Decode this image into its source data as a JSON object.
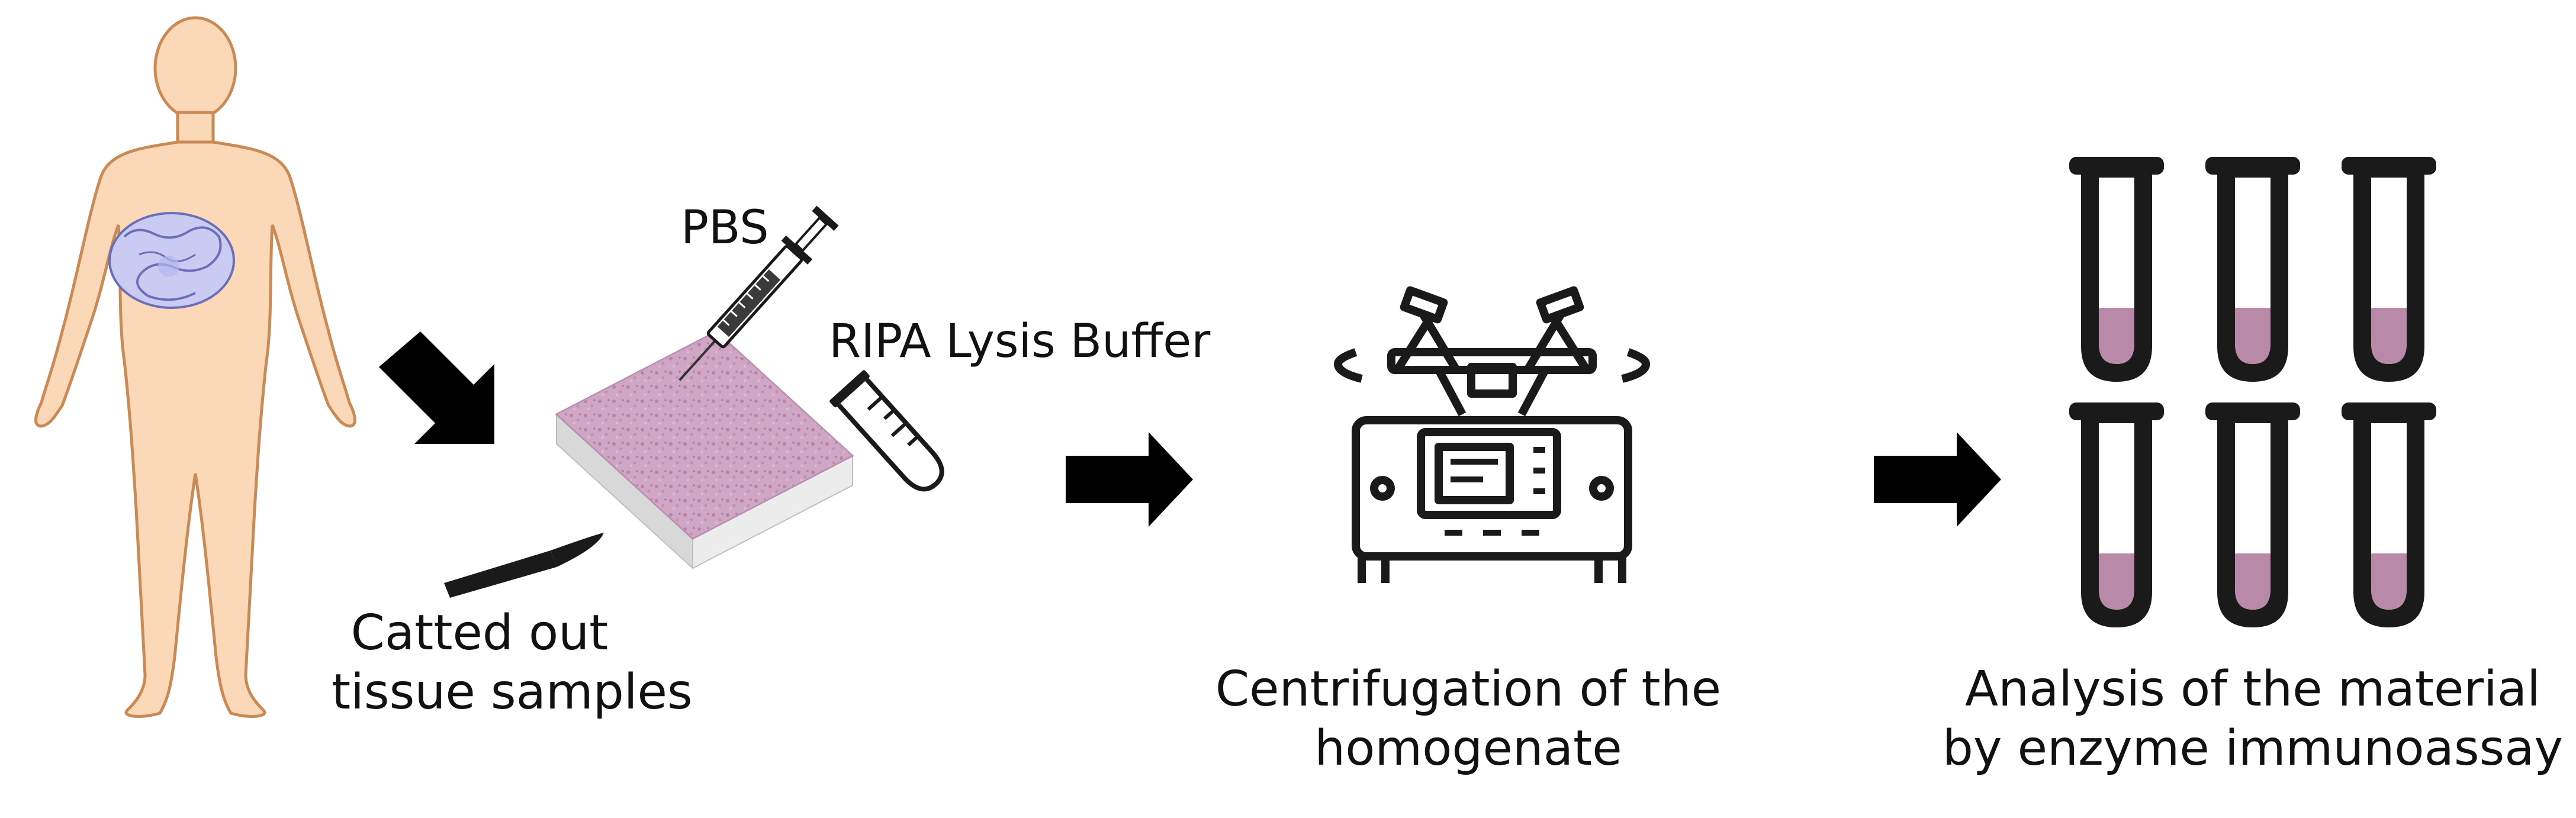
{
  "labels": {
    "catted_line1": "Catted out",
    "catted_line2": "tissue samples",
    "pbs": "PBS",
    "ripa": "RIPA Lysis Buffer",
    "centrifugation_line1": "Centrifugation of the",
    "centrifugation_line2": "homogenate",
    "analysis_line1": "Analysis of the material",
    "analysis_line2": "by enzyme immunoassay"
  },
  "colors": {
    "skin": "#fbd9b8",
    "skin_outline": "#c98a55",
    "intestine": "#c9cbf2",
    "intestine_outline": "#6a6fb8",
    "tissue": "#c58bb2",
    "sample_fill": "#b88aa8",
    "tube_black": "#1a1a1a",
    "arrow": "#000000"
  },
  "icons": [
    "human-body-icon",
    "arrow-icon",
    "tissue-slide-icon",
    "scalpel-icon",
    "syringe-icon",
    "test-tube-icon",
    "centrifuge-icon",
    "sample-tube-icon"
  ]
}
